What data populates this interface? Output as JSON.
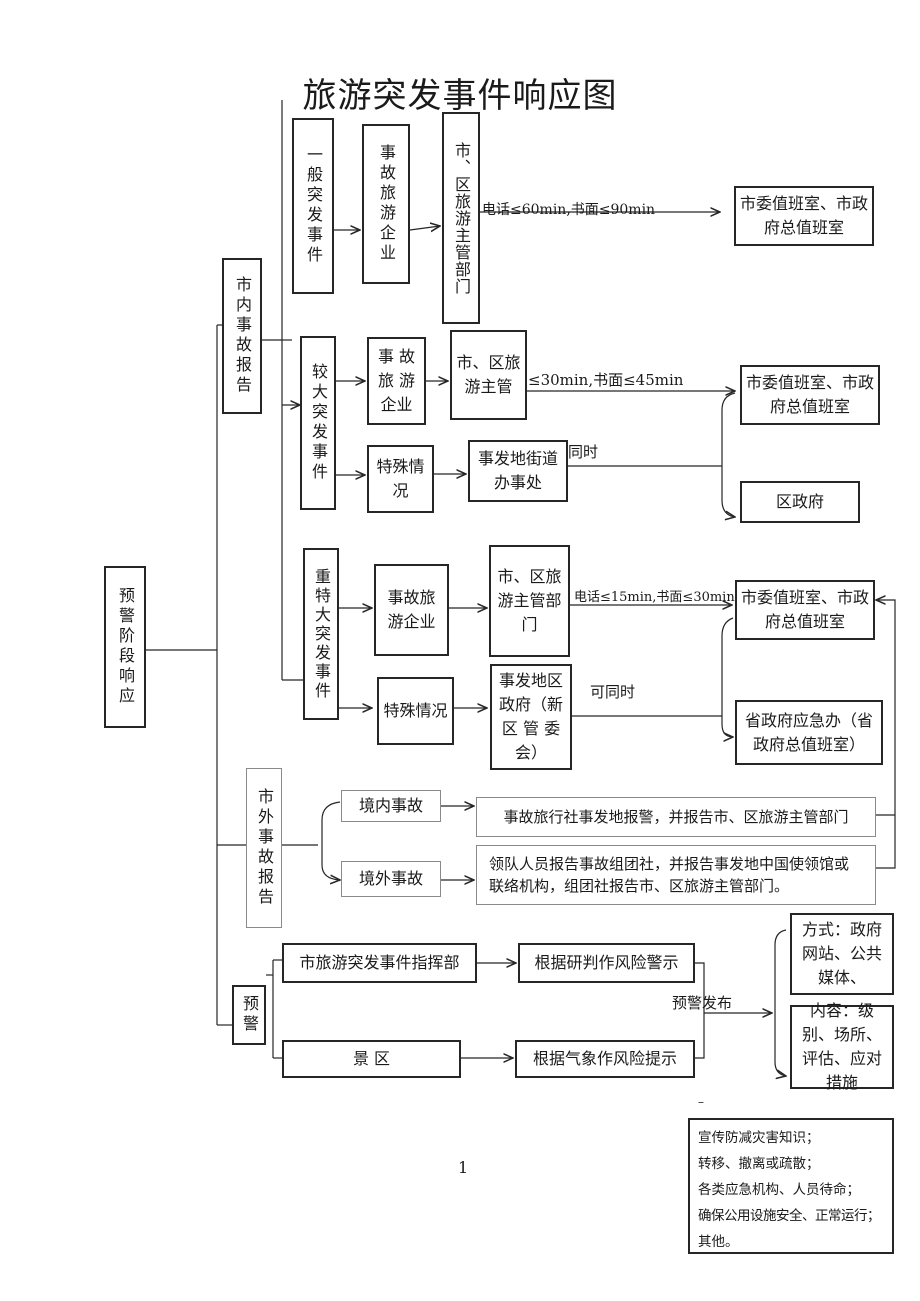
{
  "title": "旅游突发事件响应图",
  "root": "预警阶段响应",
  "branches": {
    "in_city": "市内事故报告",
    "out_city": "市外事故报告",
    "warning": "预警"
  },
  "levels": {
    "general": "一般突发事件",
    "major": "较大突发事件",
    "serious": "重特大突发事件"
  },
  "general": {
    "enterprise": "事故旅游企业",
    "authority": "市、区旅游主管部门",
    "edge_label": "电话≤60min,书面≤90min",
    "target": "市委值班室、市政府总值班室"
  },
  "major": {
    "enterprise": "事 故 旅 游 企业",
    "authority": "市、区旅游主管",
    "edge_label": "≤30min,书面≤45min",
    "special": "特殊情况",
    "office": "事发地街道办事处",
    "simultaneous": "同时",
    "target": "市委值班室、市政府总值班室",
    "district": "区政府"
  },
  "serious": {
    "enterprise": "事故旅游企业",
    "authority": "市、区旅游主管部门",
    "edge_label": "电话≤15min,书面≤30min",
    "special": "特殊情况",
    "gov": "事发地区政府（新 区 管 委会）",
    "simultaneous": "可同时",
    "target": "市委值班室、市政府总值班室",
    "province": "省政府应急办（省政府总值班室）"
  },
  "out_city": {
    "domestic": "境内事故",
    "domestic_action": "事故旅行社事发地报警，并报告市、区旅游主管部门",
    "overseas": "境外事故",
    "overseas_action": "领队人员报告事故组团社，并报告事发地中国使领馆或联络机构，组团社报告市、区旅游主管部门。"
  },
  "warning": {
    "command": "市旅游突发事件指挥部",
    "command_action": "根据研判作风险警示",
    "scenic": "景 区",
    "scenic_action": "根据气象作风险提示",
    "publish": "预警发布",
    "method": "方式：政府网站、公共媒体、",
    "content": "内容：级别、场所、评估、应对措施",
    "measures": [
      "宣传防减灾害知识；",
      "转移、撤离或疏散；",
      "各类应急机构、人员待命；",
      "确保公用设施安全、正常运行；",
      "其他。"
    ]
  },
  "page_number": "1",
  "dash_mark": "–"
}
